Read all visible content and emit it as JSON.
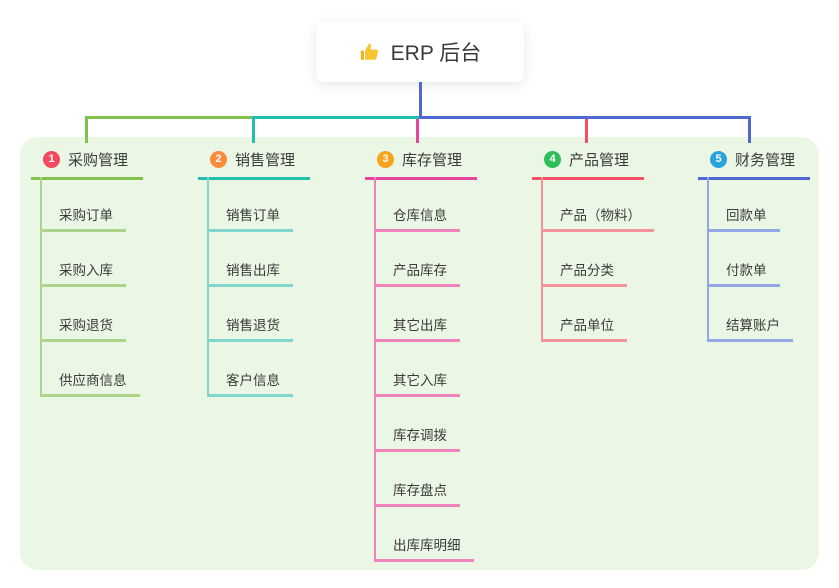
{
  "root": {
    "title": "ERP 后台",
    "icon": "thumbs-up-icon",
    "stem_color": "#5068d4",
    "icon_color": "#f7c531"
  },
  "panel_color": "#eaf7e4",
  "branches": [
    {
      "badge": "1",
      "label": "采购管理",
      "badge_color": "#f5495e",
      "line_color": "#82c14d",
      "child_line_color": "#aed489",
      "children": [
        "采购订单",
        "采购入库",
        "采购退货",
        "供应商信息"
      ]
    },
    {
      "badge": "2",
      "label": "销售管理",
      "badge_color": "#ff8a3c",
      "line_color": "#22bfae",
      "child_line_color": "#82d5ca",
      "children": [
        "销售订单",
        "销售出库",
        "销售退货",
        "客户信息"
      ]
    },
    {
      "badge": "3",
      "label": "库存管理",
      "badge_color": "#f9a31c",
      "line_color": "#e6449f",
      "child_line_color": "#ef83bc",
      "children": [
        "仓库信息",
        "产品库存",
        "其它出库",
        "其它入库",
        "库存调拨",
        "库存盘点",
        "出库库明细"
      ]
    },
    {
      "badge": "4",
      "label": "产品管理",
      "badge_color": "#2ebd59",
      "line_color": "#f54f63",
      "child_line_color": "#f6929c",
      "children": [
        "产品（物料）",
        "产品分类",
        "产品单位"
      ]
    },
    {
      "badge": "5",
      "label": "财务管理",
      "badge_color": "#29a3dc",
      "line_color": "#5068d4",
      "child_line_color": "#93a7e5",
      "children": [
        "回款单",
        "付款单",
        "结算账户"
      ]
    }
  ]
}
